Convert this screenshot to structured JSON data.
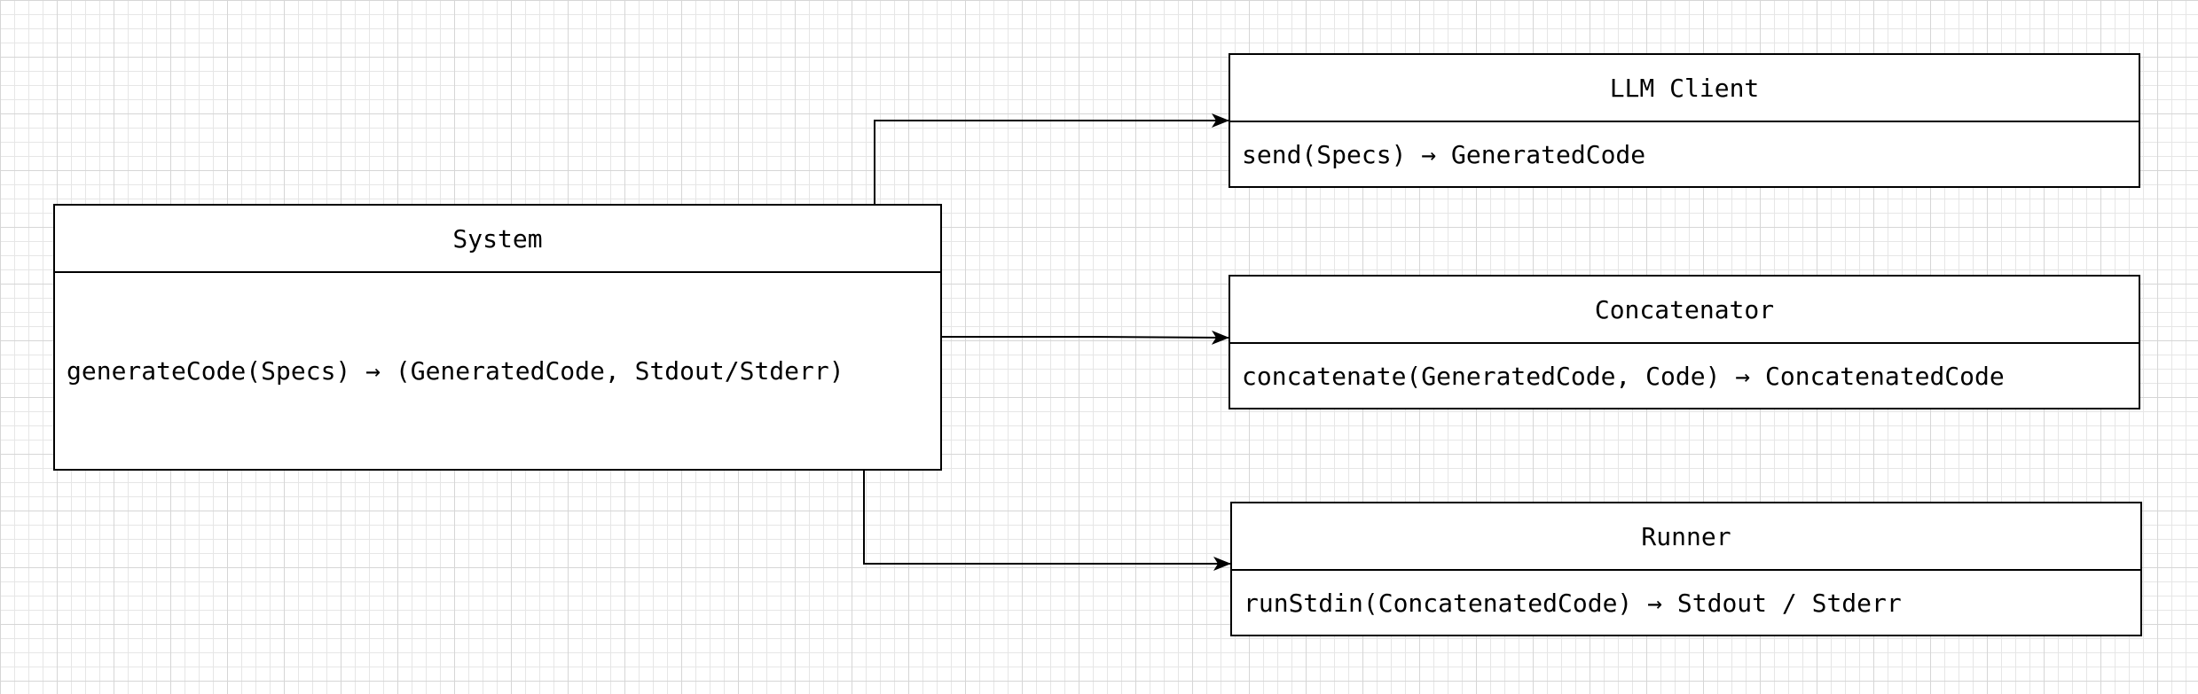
{
  "diagram": {
    "nodes": [
      {
        "id": "system",
        "title": "System",
        "method": "generateCode(Specs) → (GeneratedCode, Stdout/Stderr)"
      },
      {
        "id": "llm_client",
        "title": "LLM Client",
        "method": "send(Specs) → GeneratedCode"
      },
      {
        "id": "concatenator",
        "title": "Concatenator",
        "method": "concatenate(GeneratedCode, Code) → ConcatenatedCode"
      },
      {
        "id": "runner",
        "title": "Runner",
        "method": "runStdin(ConcatenatedCode) → Stdout / Stderr"
      }
    ],
    "edges": [
      {
        "from": "system",
        "to": "llm_client"
      },
      {
        "from": "system",
        "to": "concatenator"
      },
      {
        "from": "system",
        "to": "runner"
      }
    ],
    "colors": {
      "line": "#000000",
      "background": "#ffffff",
      "grid": "#e6e6e6"
    }
  }
}
